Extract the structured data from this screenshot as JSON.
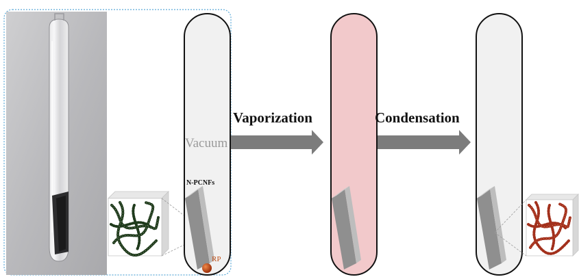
{
  "steps": {
    "vaporization": "Vaporization",
    "condensation": "Condensation"
  },
  "labels": {
    "vacuum": "Vacuum",
    "npcnfs": "N-PCNFs",
    "rp": "RP"
  },
  "colors": {
    "tube_fill": "#f1f1f1",
    "tube_hot_fill": "#f2c9cb",
    "arrow": "#7c7c7c",
    "dashed_border": "#5aa9d8",
    "fiber_dark": "#1f3a1c",
    "fiber_red": "#a2301c",
    "rp_particle": "#c4501e"
  },
  "icons": {
    "photo": "sealed-glass-tube-photo",
    "fiber_cube_left": "carbon-nanofiber-network-cube",
    "fiber_cube_right": "phosphorus-loaded-nanofiber-cube",
    "particle": "red-phosphorus-particle"
  }
}
